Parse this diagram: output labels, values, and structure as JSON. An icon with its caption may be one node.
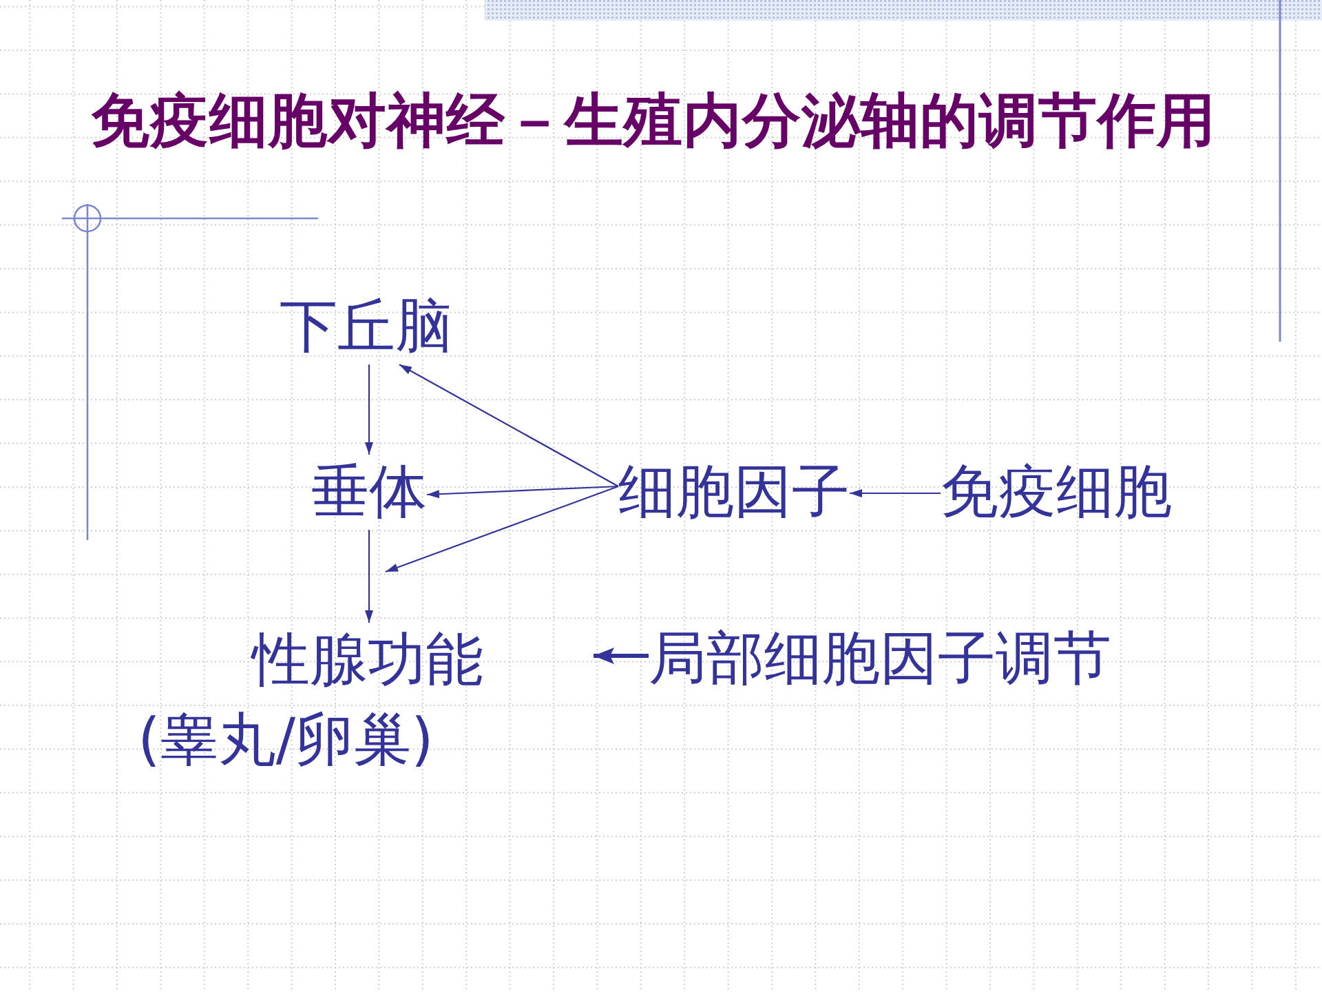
{
  "diagram": {
    "title": "免疫细胞对神经－生殖内分泌轴的调节作用",
    "nodes": [
      {
        "text": [
          "下丘脑"
        ]
      },
      {
        "text": [
          "垂体"
        ]
      },
      {
        "text": [
          "细胞因子"
        ]
      },
      {
        "text": [
          "免疫细胞"
        ]
      },
      {
        "text": [
          "性腺功能"
        ],
        "beside": [
          "(睾丸/卵巢)"
        ]
      },
      {
        "text": [
          "局部细胞因子调节"
        ]
      }
    ],
    "edges": [
      {
        "from": 0,
        "to": 1,
        "arrow": "to"
      },
      {
        "from": 1,
        "to": 4,
        "arrow": "to"
      },
      {
        "from": 2,
        "to": 0,
        "arrow": "to"
      },
      {
        "from": 2,
        "to": 1,
        "arrow": "to"
      },
      {
        "from": 2,
        "to": null,
        "arrow": "to"
      },
      {
        "from": 3,
        "to": 2,
        "arrow": "to"
      },
      {
        "from": 5,
        "to": null,
        "arrow": "to",
        "style": "thick"
      }
    ]
  }
}
